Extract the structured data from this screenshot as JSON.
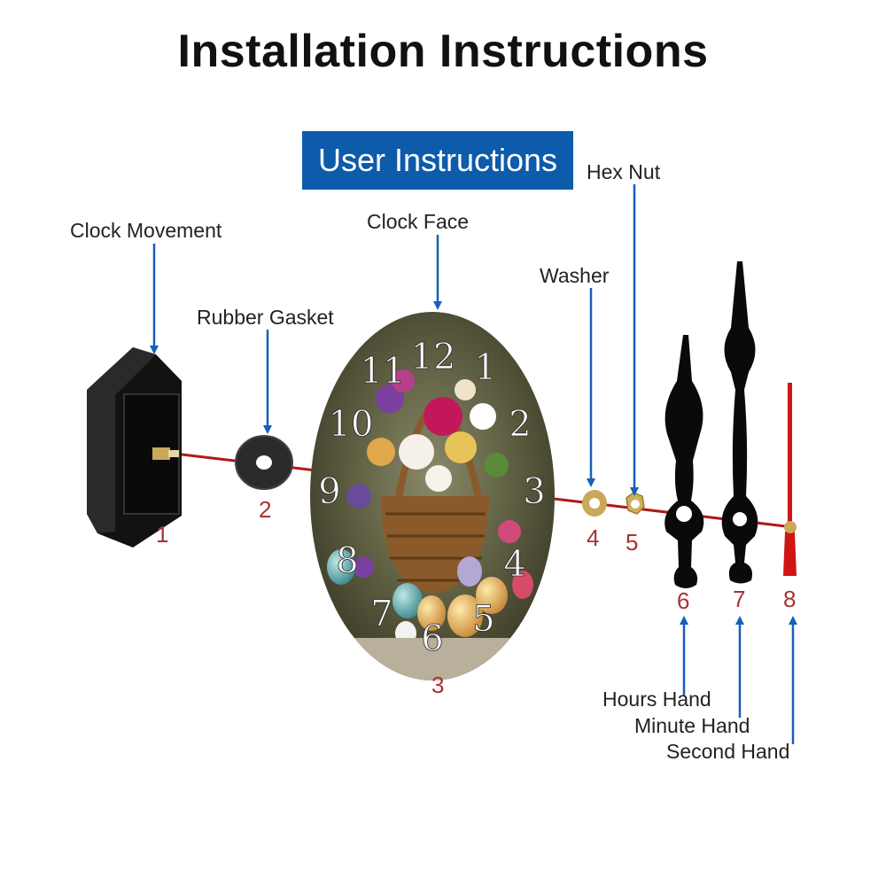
{
  "title": "Installation Instructions",
  "subtitle": "User Instructions",
  "parts": [
    {
      "label": "Clock Movement",
      "number": "1"
    },
    {
      "label": "Rubber Gasket",
      "number": "2"
    },
    {
      "label": "Clock Face",
      "number": "3"
    },
    {
      "label": "Washer",
      "number": "4"
    },
    {
      "label": "Hex Nut",
      "number": "5"
    },
    {
      "label": "Hours Hand",
      "number": "6"
    },
    {
      "label": "Minute Hand",
      "number": "7"
    },
    {
      "label": "Second Hand",
      "number": "8"
    }
  ],
  "dial_numerals": [
    "12",
    "1",
    "2",
    "3",
    "4",
    "5",
    "6",
    "7",
    "8",
    "9",
    "10",
    "11"
  ],
  "colors": {
    "accent_blue": "#0d5bab",
    "arrow_blue": "#1560b8",
    "axis_red": "#b01818",
    "number_red": "#a83232"
  }
}
